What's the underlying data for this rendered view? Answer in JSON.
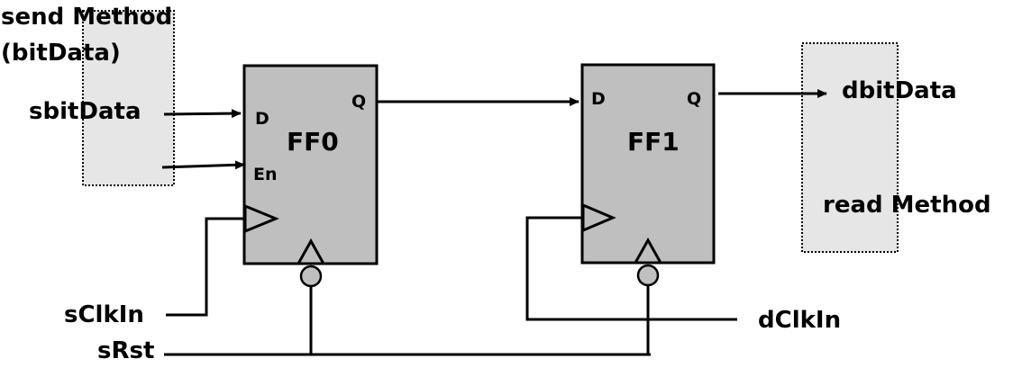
{
  "colors": {
    "flipflop_fill": "#bfbfbf",
    "method_fill": "#e6e6e6",
    "stroke": "#000000",
    "reset_bubble_fill": "#c0c0c0"
  },
  "send_method": {
    "line1": "send Method",
    "line2": "(bitData)"
  },
  "read_method": {
    "label": "read Method"
  },
  "signals": {
    "sbitData": "sbitData",
    "dbitData": "dbitData",
    "sClkIn": "sClkIn",
    "dClkIn": "dClkIn",
    "sRst": "sRst"
  },
  "ff0": {
    "name": "FF0",
    "pin_d": "D",
    "pin_q": "Q",
    "pin_en": "En"
  },
  "ff1": {
    "name": "FF1",
    "pin_d": "D",
    "pin_q": "Q"
  }
}
